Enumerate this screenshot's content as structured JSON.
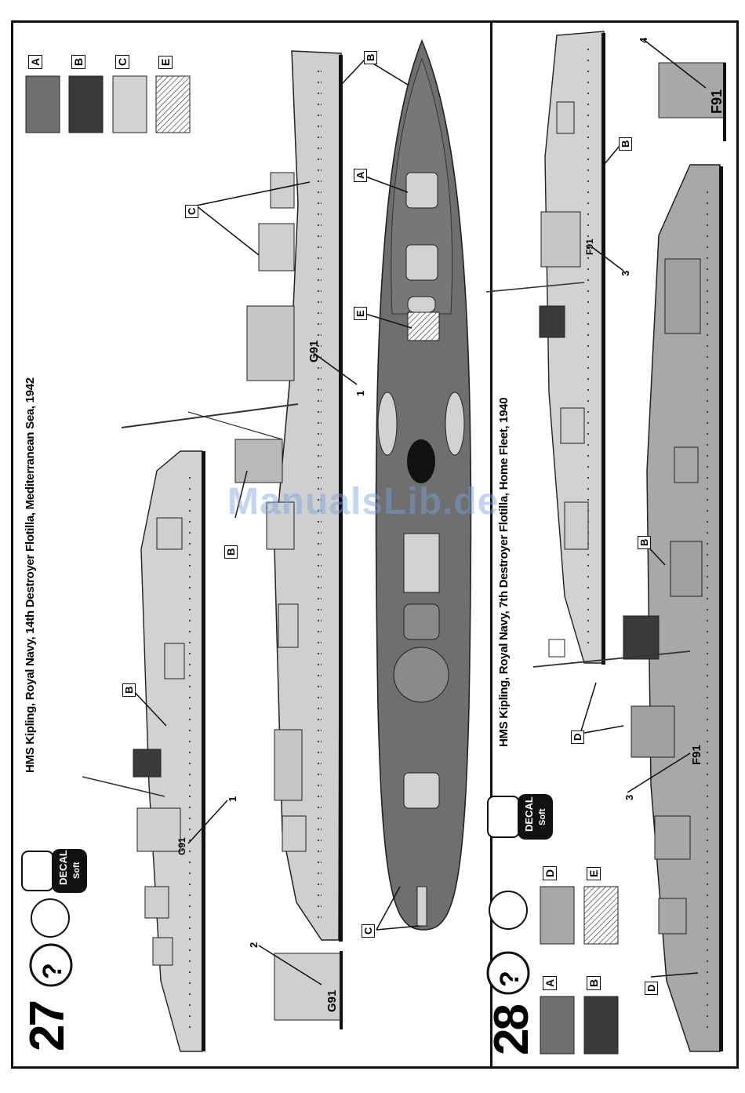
{
  "left_panel": {
    "number": "27",
    "title": "HMS Kipling, Royal Navy, 14th Destroyer Flotilla, Mediterranean Sea, 1942",
    "help_symbol": "?",
    "decal_label": "DECAL",
    "decal_sub": "Soft",
    "swatches": [
      {
        "letter": "A",
        "color": "#6f6f6f"
      },
      {
        "letter": "B",
        "color": "#3a3a3a"
      },
      {
        "letter": "C",
        "color": "#d2d2d2"
      },
      {
        "letter": "E",
        "color": "hatched"
      }
    ],
    "pennant": "G91",
    "callouts": [
      "A",
      "B",
      "C",
      "E",
      "1",
      "2"
    ]
  },
  "right_panel": {
    "number": "28",
    "title": "HMS Kipling, Royal Navy, 7th Destroyer Flotilla, Home Fleet, 1940",
    "help_symbol": "?",
    "decal_label": "DECAL",
    "decal_sub": "Soft",
    "swatches": [
      {
        "letter": "A",
        "color": "#6f6f6f"
      },
      {
        "letter": "B",
        "color": "#3a3a3a"
      },
      {
        "letter": "D",
        "color": "#a8a8a8"
      },
      {
        "letter": "E",
        "color": "hatched"
      }
    ],
    "pennant": "F91",
    "callouts": [
      "B",
      "D",
      "3",
      "4"
    ]
  },
  "watermark": "ManualsLib.de"
}
